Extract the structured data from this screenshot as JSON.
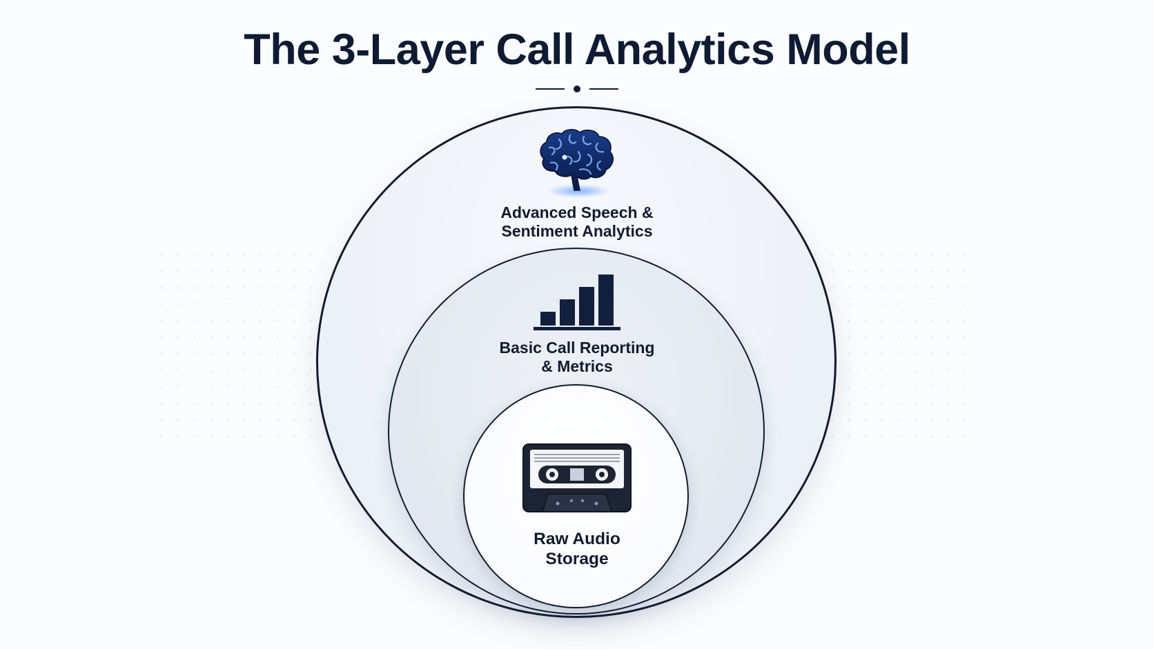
{
  "title": "The 3-Layer Call Analytics Model",
  "layers": [
    {
      "icon": "brain-icon",
      "line1": "Advanced Speech &",
      "line2": "Sentiment Analytics"
    },
    {
      "icon": "bar-chart-icon",
      "line1": "Basic Call Reporting",
      "line2": "& Metrics"
    },
    {
      "icon": "cassette-tape-icon",
      "line1": "Raw Audio",
      "line2": "Storage"
    }
  ],
  "colors": {
    "ink": "#111a2e",
    "accent_glow": "#2f7cff",
    "background": "#fbfcfe"
  }
}
